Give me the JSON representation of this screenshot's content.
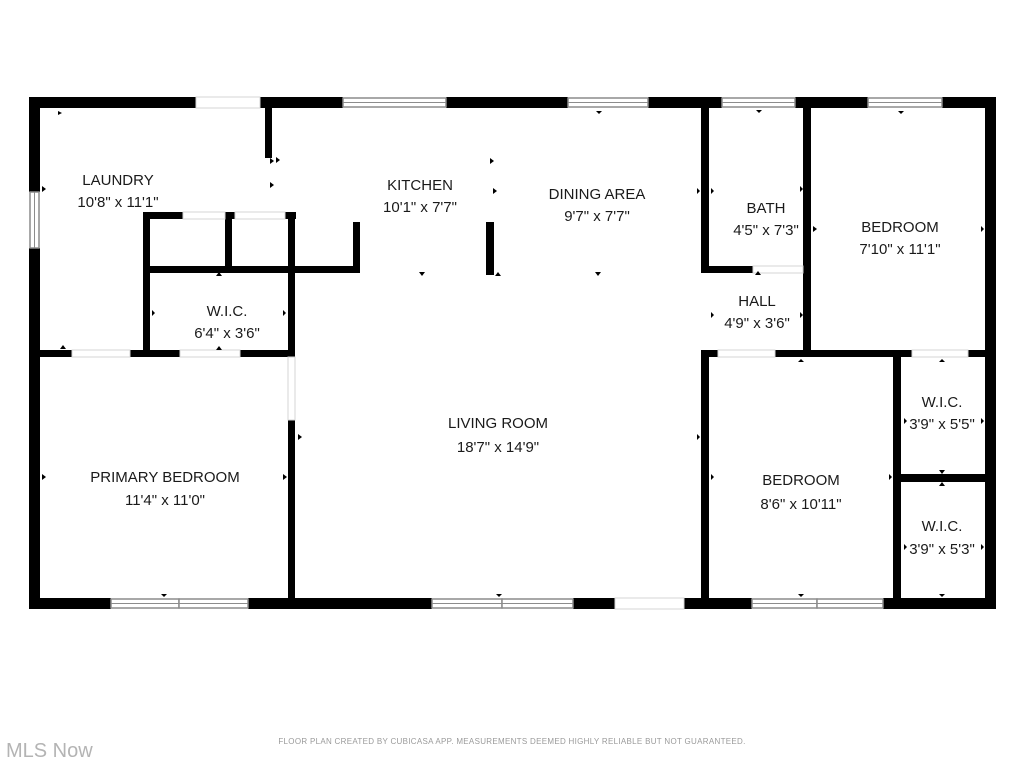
{
  "colors": {
    "wall": "#000000",
    "window": "#8c8c8c",
    "text": "#1a1a1a"
  },
  "rooms": {
    "laundry": {
      "name": "LAUNDRY",
      "size": "10'8\" x 11'1\""
    },
    "kitchen": {
      "name": "KITCHEN",
      "size": "10'1\" x 7'7\""
    },
    "dining": {
      "name": "DINING AREA",
      "size": "9'7\" x 7'7\""
    },
    "bath": {
      "name": "BATH",
      "size": "4'5\" x 7'3\""
    },
    "bedroom_ne": {
      "name": "BEDROOM",
      "size": "7'10\" x 11'1\""
    },
    "hall": {
      "name": "HALL",
      "size": "4'9\" x 3'6\""
    },
    "wic_left": {
      "name": "W.I.C.",
      "size": "6'4\" x 3'6\""
    },
    "living": {
      "name": "LIVING ROOM",
      "size": "18'7\" x 14'9\""
    },
    "primary": {
      "name": "PRIMARY BEDROOM",
      "size": "11'4\" x 11'0\""
    },
    "bedroom_se": {
      "name": "BEDROOM",
      "size": "8'6\" x 10'11\""
    },
    "wic_top": {
      "name": "W.I.C.",
      "size": "3'9\" x 5'5\""
    },
    "wic_bottom": {
      "name": "W.I.C.",
      "size": "3'9\" x 5'3\""
    }
  },
  "footer_note": "FLOOR PLAN CREATED BY CUBICASA APP. MEASUREMENTS DEEMED HIGHLY RELIABLE BUT NOT GUARANTEED.",
  "watermark": "MLS Now"
}
